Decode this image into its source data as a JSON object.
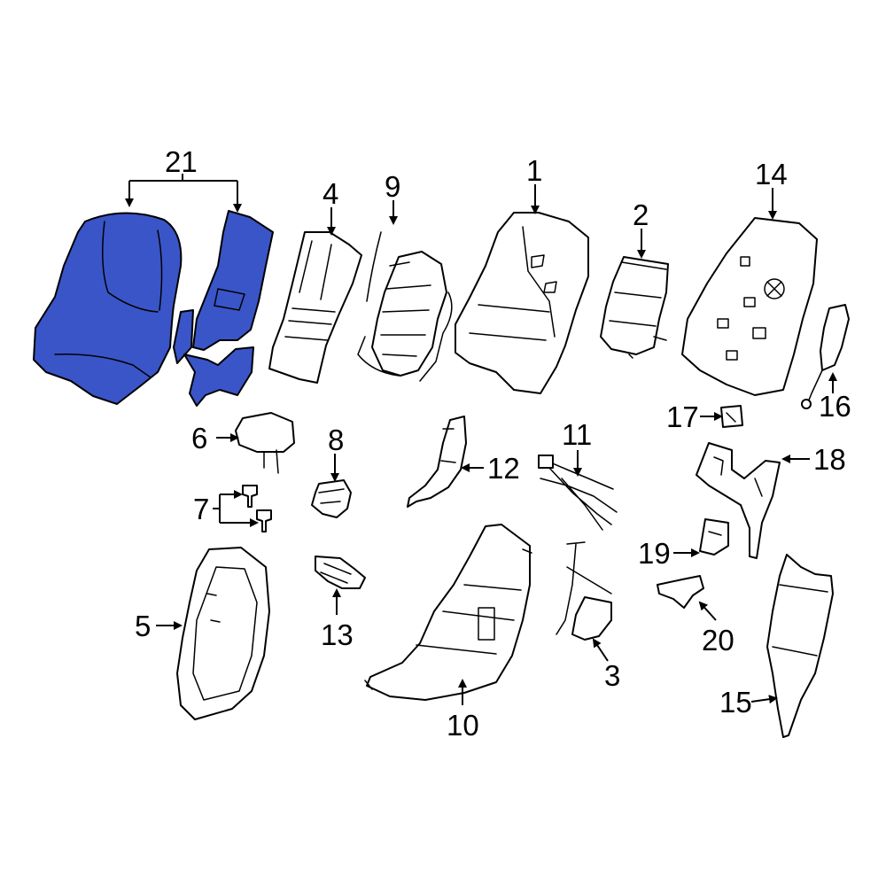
{
  "diagram": {
    "highlight_color": "#3a55c8",
    "callouts": [
      {
        "id": "21",
        "label": "21"
      },
      {
        "id": "4",
        "label": "4"
      },
      {
        "id": "9",
        "label": "9"
      },
      {
        "id": "1",
        "label": "1"
      },
      {
        "id": "2",
        "label": "2"
      },
      {
        "id": "14",
        "label": "14"
      },
      {
        "id": "16",
        "label": "16"
      },
      {
        "id": "6",
        "label": "6"
      },
      {
        "id": "8",
        "label": "8"
      },
      {
        "id": "7",
        "label": "7"
      },
      {
        "id": "12",
        "label": "12"
      },
      {
        "id": "11",
        "label": "11"
      },
      {
        "id": "17",
        "label": "17"
      },
      {
        "id": "18",
        "label": "18"
      },
      {
        "id": "5",
        "label": "5"
      },
      {
        "id": "13",
        "label": "13"
      },
      {
        "id": "10",
        "label": "10"
      },
      {
        "id": "3",
        "label": "3"
      },
      {
        "id": "19",
        "label": "19"
      },
      {
        "id": "20",
        "label": "20"
      },
      {
        "id": "15",
        "label": "15"
      }
    ]
  }
}
